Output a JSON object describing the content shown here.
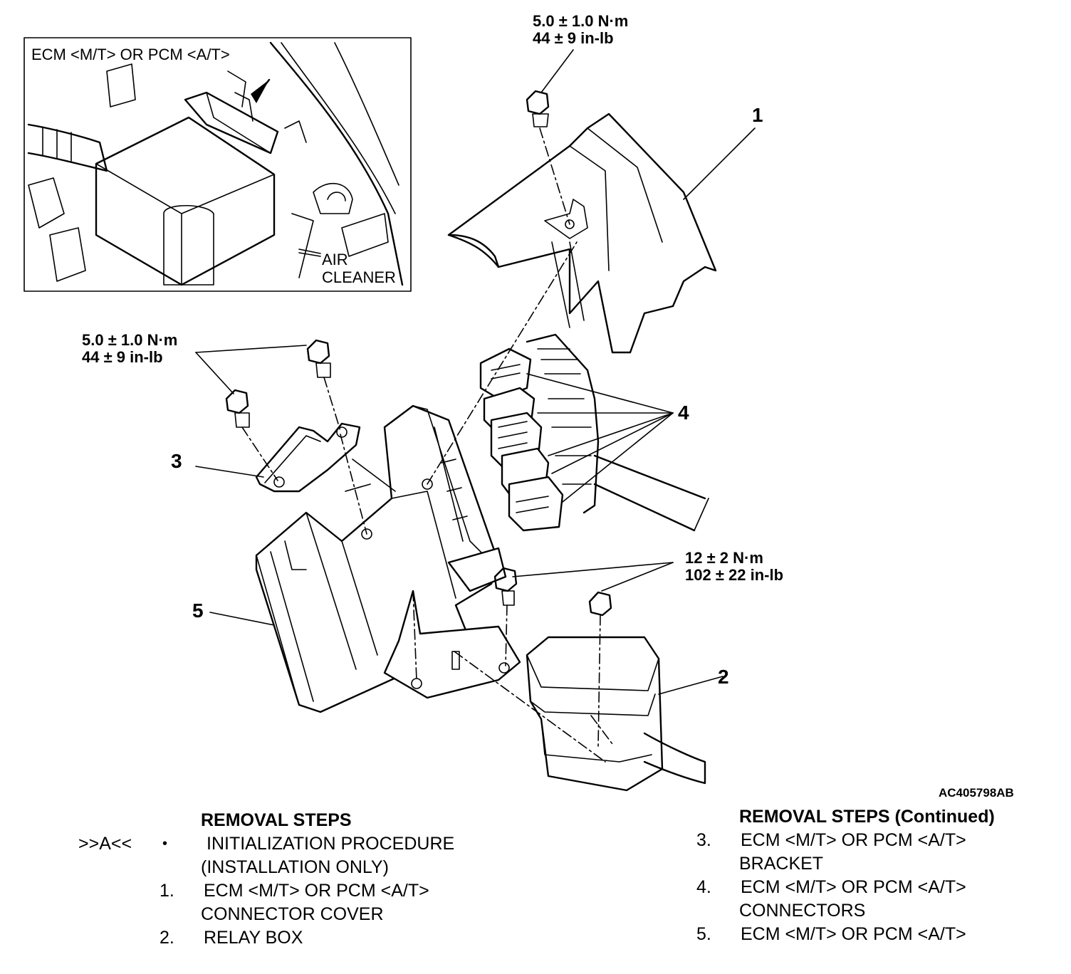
{
  "inset": {
    "title": "ECM <M/T> OR PCM <A/T>",
    "air_cleaner": [
      "AIR",
      "CLEANER"
    ]
  },
  "torque_labels": [
    {
      "nm": "5.0 ± 1.0 N·m",
      "inlb": "44 ± 9 in-lb"
    },
    {
      "nm": "5.0 ± 1.0 N·m",
      "inlb": "44 ± 9 in-lb"
    },
    {
      "nm": "12 ± 2 N·m",
      "inlb": "102 ± 22 in-lb"
    }
  ],
  "callouts": [
    "1",
    "2",
    "3",
    "4",
    "5"
  ],
  "figure_code": "AC405798AB",
  "removal_steps": {
    "heading": "REMOVAL STEPS",
    "marker": ">>A<<",
    "bullet": "•",
    "init_lines": [
      "INITIALIZATION PROCEDURE",
      "(INSTALLATION ONLY)"
    ],
    "steps": [
      {
        "num": "1.",
        "lines": [
          "ECM <M/T> OR PCM <A/T>",
          "CONNECTOR COVER"
        ]
      },
      {
        "num": "2.",
        "lines": [
          "RELAY BOX"
        ]
      }
    ]
  },
  "removal_steps_continued": {
    "heading": "REMOVAL STEPS (Continued)",
    "steps": [
      {
        "num": "3.",
        "lines": [
          "ECM <M/T> OR PCM <A/T>",
          "BRACKET"
        ]
      },
      {
        "num": "4.",
        "lines": [
          "ECM <M/T> OR PCM <A/T>",
          "CONNECTORS"
        ]
      },
      {
        "num": "5.",
        "lines": [
          "ECM <M/T> OR PCM <A/T>"
        ]
      }
    ]
  }
}
